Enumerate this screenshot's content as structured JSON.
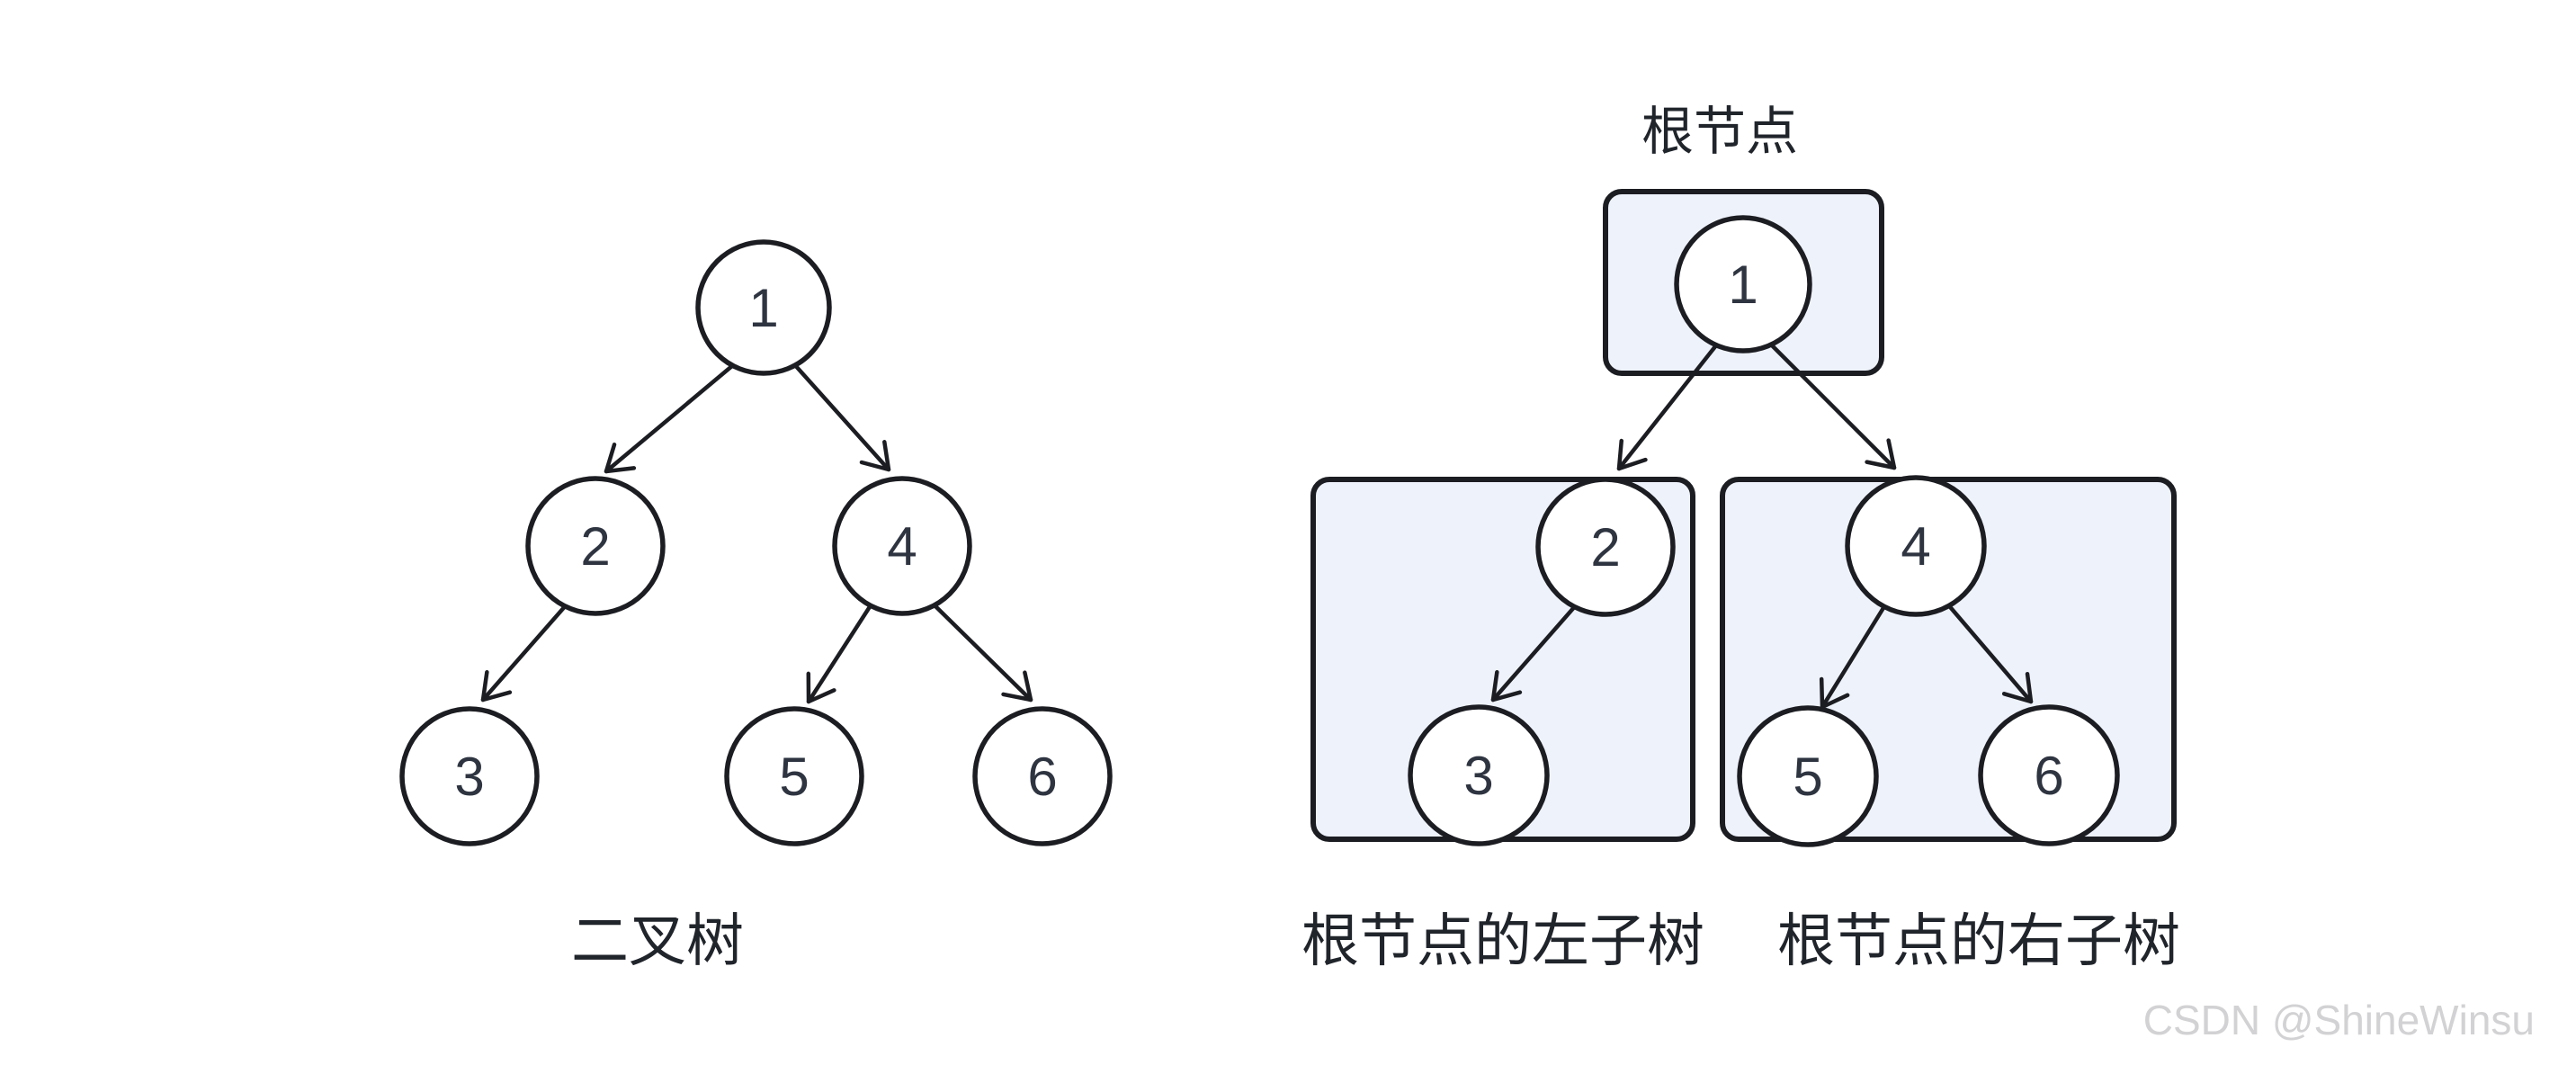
{
  "colors": {
    "background": "#ffffff",
    "line": "#1c1d22",
    "number_text": "#2e3440",
    "label_text": "#20242b",
    "subtree_box_fill": "#eef2fb",
    "watermark_text": "#d2d2d4"
  },
  "binary_tree_figure": {
    "caption": "二叉树",
    "nodes": {
      "n1": "1",
      "n2": "2",
      "n3": "3",
      "n4": "4",
      "n5": "5",
      "n6": "6"
    },
    "edges": [
      "1→2",
      "1→4",
      "2→3",
      "4→5",
      "4→6"
    ]
  },
  "decomposition_figure": {
    "root_label": "根节点",
    "left_caption": "根节点的左子树",
    "right_caption": "根节点的右子树",
    "nodes": {
      "n1": "1",
      "n2": "2",
      "n3": "3",
      "n4": "4",
      "n5": "5",
      "n6": "6"
    },
    "edges": [
      "1→2",
      "1→4",
      "2→3",
      "4→5",
      "4→6"
    ]
  },
  "watermark": "CSDN @ShineWinsu"
}
